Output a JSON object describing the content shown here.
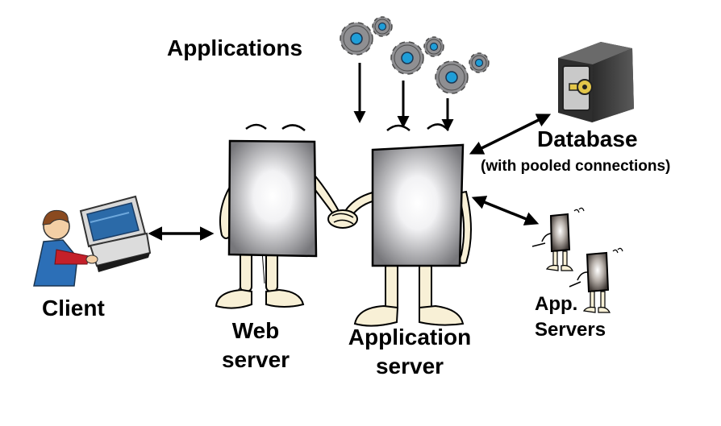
{
  "labels": {
    "applications": "Applications",
    "database": "Database",
    "database_note": "(with pooled connections)",
    "client": "Client",
    "web_server_line1": "Web",
    "web_server_line2": "server",
    "application_server_line1": "Application",
    "application_server_line2": "server",
    "app_servers_line1": "App.",
    "app_servers_line2": "Servers"
  },
  "icons": {
    "gears": "gear-icon",
    "database": "safe-icon",
    "client": "person-at-computer-icon",
    "web_server": "document-character-icon",
    "application_server": "document-character-icon",
    "app_servers": "small-document-character-icon"
  },
  "colors": {
    "gear": "#8f8f92",
    "gear_hub": "#1f9ed8",
    "server_body": "#8c8c90",
    "server_glow": "#ffffff",
    "limbs": "#f8f0d6",
    "safe": "#3b3b3b",
    "safe_door": "#c9c9c9",
    "monitor": "#2b6aa8",
    "shirt": "#2c6fb7",
    "sleeve": "#c4202a",
    "arrow": "#000000"
  }
}
